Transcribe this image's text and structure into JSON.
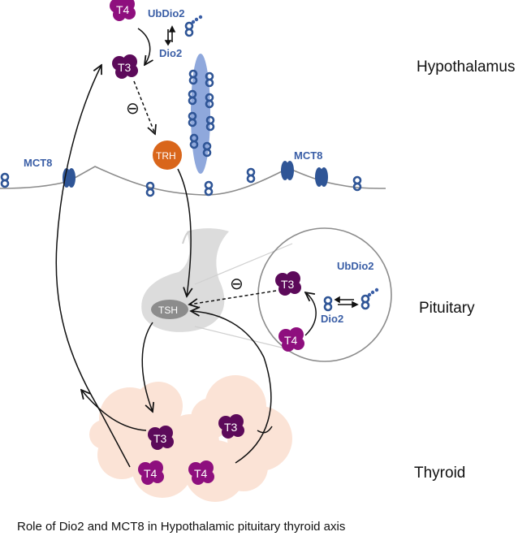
{
  "caption": "Role of Dio2 and MCT8 in Hypothalamic pituitary thyroid axis",
  "regions": {
    "hypothalamus": "Hypothalamus",
    "pituitary": "Pituitary",
    "thyroid": "Thyroid"
  },
  "labels": {
    "ubdio2_top": "UbDio2",
    "dio2_top": "Dio2",
    "mct8_left": "MCT8",
    "mct8_right": "MCT8",
    "ubdio2_inset": "UbDio2",
    "dio2_inset": "Dio2",
    "inhibit_top": "⊖",
    "inhibit_pit": "⊖"
  },
  "hormones": {
    "t4_hypo": "T4",
    "t3_hypo": "T3",
    "trh": "TRH",
    "tsh": "TSH",
    "t3_inset": "T3",
    "t4_inset": "T4",
    "t3_thy_left": "T3",
    "t4_thy_left": "T4",
    "t3_thy_right": "T3",
    "t4_thy_right": "T4"
  },
  "colors": {
    "t4": "#8e0f7e",
    "t3": "#5c0a5a",
    "trh": "#d9661b",
    "dio2": "#2f5596",
    "membrane_vesicle": "#8fa8dc",
    "thyroid": "#fbe3d6",
    "pituitary": "#d9d9d9",
    "tsh": "#8c8c8c"
  }
}
